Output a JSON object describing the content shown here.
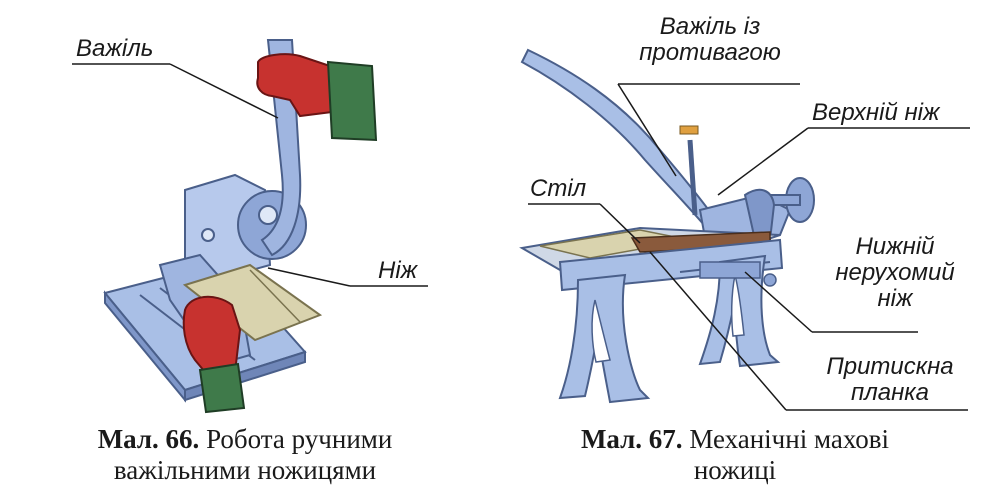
{
  "figure_left": {
    "labels": {
      "lever": "Важіль",
      "knife": "Ніж"
    },
    "caption": {
      "number": "Мал. 66.",
      "line1": "Робота ручними",
      "line2": "важільними ножицями"
    }
  },
  "figure_right": {
    "labels": {
      "lever_counterweight_line1": "Важіль із",
      "lever_counterweight_line2": "противагою",
      "upper_knife": "Верхній ніж",
      "table": "Стіл",
      "lower_knife_line1": "Нижній",
      "lower_knife_line2": "нерухомий",
      "lower_knife_line3": "ніж",
      "clamp_line1": "Притискна",
      "clamp_line2": "планка"
    },
    "caption": {
      "number": "Мал. 67.",
      "line1": "Механічні махові",
      "line2": "ножиці"
    }
  },
  "colors": {
    "metal": "#a9bfe6",
    "metal_dark": "#6f86b8",
    "glove_red": "#c7322f",
    "cuff_green": "#3f7a4a",
    "sheet": "#d9d3ae",
    "knife_brown": "#8a5a3c"
  }
}
